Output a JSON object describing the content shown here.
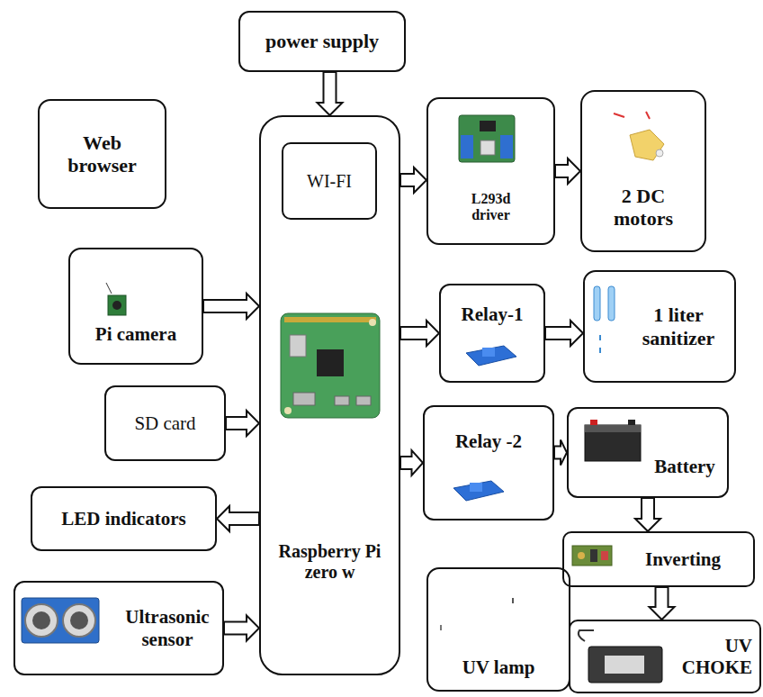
{
  "diagram": {
    "nodes": [
      {
        "text": [
          "power supply"
        ]
      },
      {
        "text": [
          "Web browser"
        ]
      },
      {
        "text": [
          "Raspberry Pi zero w"
        ]
      },
      {
        "text": [
          "WI-FI"
        ],
        "in": 2
      },
      {
        "text": [
          "L293d driver"
        ]
      },
      {
        "text": [
          "2 DC motors"
        ]
      },
      {
        "text": [
          "Pi camera"
        ]
      },
      {
        "text": [
          "Relay-1"
        ]
      },
      {
        "text": [
          "1 liter sanitizer"
        ]
      },
      {
        "text": [
          "SD card"
        ]
      },
      {
        "text": [
          "Relay -2"
        ]
      },
      {
        "text": [
          "Battery"
        ]
      },
      {
        "text": [
          "LED indicators"
        ]
      },
      {
        "text": [
          "Inverting"
        ]
      },
      {
        "text": [
          "Ultrasonic sensor"
        ]
      },
      {
        "text": [
          "UV lamp"
        ]
      },
      {
        "text": [
          "UV CHOKE"
        ]
      }
    ],
    "edges": [
      {
        "from": 0,
        "to": 2,
        "arrow": "to"
      },
      {
        "from": 2,
        "to": 4,
        "arrow": "to"
      },
      {
        "from": 4,
        "to": 5,
        "arrow": "to"
      },
      {
        "from": 6,
        "to": 2,
        "arrow": "to"
      },
      {
        "from": 2,
        "to": 7,
        "arrow": "to"
      },
      {
        "from": 7,
        "to": 8,
        "arrow": "to"
      },
      {
        "from": 9,
        "to": 2,
        "arrow": "to"
      },
      {
        "from": 2,
        "to": 10,
        "arrow": "to"
      },
      {
        "from": 10,
        "to": 11,
        "arrow": "to"
      },
      {
        "from": 2,
        "to": 12,
        "arrow": "to"
      },
      {
        "from": 11,
        "to": 13,
        "arrow": "to"
      },
      {
        "from": 13,
        "to": 16,
        "arrow": "to"
      },
      {
        "from": 14,
        "to": 2,
        "arrow": "to"
      }
    ]
  }
}
